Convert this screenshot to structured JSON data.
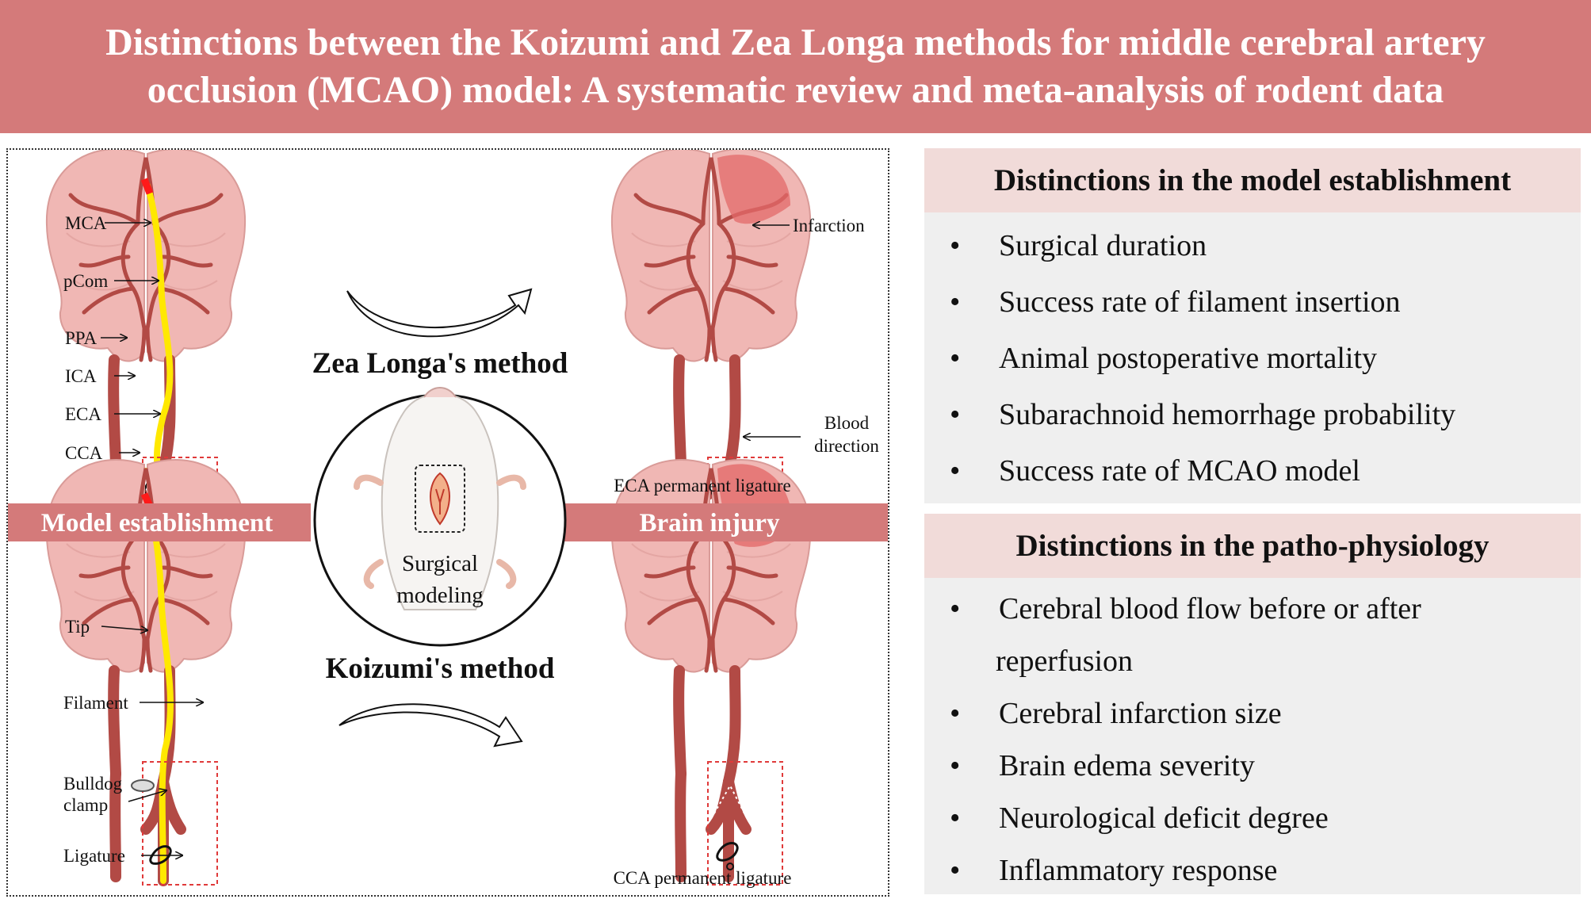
{
  "title": "Distinctions between the Koizumi and Zea Longa methods for middle cerebral artery occlusion (MCAO) model: A systematic review and meta-analysis of rodent data",
  "colors": {
    "banner": "#d47a7a",
    "section_header": "#f1dbd9",
    "section_body": "#efefef",
    "artery": "#b24a45",
    "filament": "#ffe800",
    "filament_tip": "#ff1a1a",
    "brain": "#f0b7b4",
    "infarct": "#e36a6a"
  },
  "diagram": {
    "top_labels": {
      "mca": "MCA",
      "pcom": "pCom",
      "ppa": "PPA",
      "ica": "ICA",
      "eca": "ECA",
      "cca": "CCA"
    },
    "bottom_labels": {
      "tip": "Tip",
      "filament": "Filament",
      "bulldog_line1": "Bulldog",
      "bulldog_line2": "clamp",
      "ligature": "Ligature"
    },
    "infarction": "Infarction",
    "blood_line1": "Blood",
    "blood_line2": "direction",
    "eca_ligature": "ECA permanent ligature",
    "cca_ligature": "CCA permanent ligature",
    "model_establishment": "Model establishment",
    "brain_injury": "Brain injury",
    "zea_longa": "Zea Longa's method",
    "koizumi": "Koizumi's method",
    "surgical_line1": "Surgical",
    "surgical_line2": "modeling"
  },
  "section1": {
    "heading": "Distinctions in the model establishment",
    "items": [
      "Surgical duration",
      "Success rate of filament insertion",
      "Animal postoperative mortality",
      "Subarachnoid hemorrhage probability",
      "Success rate of MCAO model"
    ]
  },
  "section2": {
    "heading": "Distinctions in the patho-physiology",
    "items": [
      "Cerebral blood flow before or after",
      "reperfusion",
      "Cerebral infarction size",
      "Brain edema severity",
      "Neurological deficit degree",
      "Inflammatory response"
    ]
  }
}
